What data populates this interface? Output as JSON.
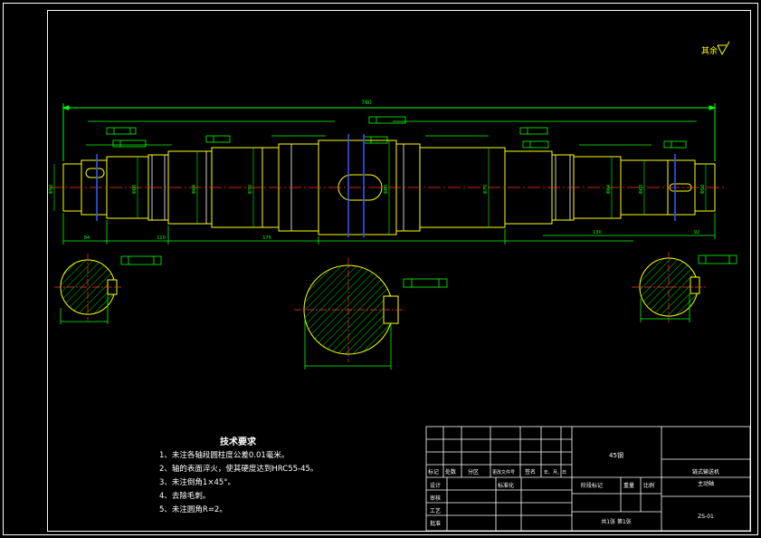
{
  "roughness_note": "其余",
  "overall_length": "780",
  "diameter_labels": [
    "Φ50",
    "Φ60",
    "Φ64",
    "Φ70",
    "Φ80",
    "Φ70",
    "Φ64",
    "Φ60",
    "Φ50"
  ],
  "length_labels": [
    "84",
    "110",
    "175",
    "130",
    "92"
  ],
  "tech": {
    "title": "技术要求",
    "items": [
      "1、未注各轴段圆柱度公差0.01毫米。",
      "2、轴的表面淬火，使其硬度达到HRC55-45。",
      "3、未注倒角1×45°。",
      "4、去除毛刺。",
      "5、未注圆角R=2。"
    ]
  },
  "title_block": {
    "material": "45钢",
    "product": "链式输送机",
    "part_name": "主动轴",
    "drawing_no": "ZS-01",
    "hdr_mark": "标记",
    "hdr_count": "处数",
    "hdr_zone": "分区",
    "hdr_change": "更改文件号",
    "hdr_sign": "签名",
    "hdr_date": "年、月、日",
    "design": "设计",
    "standard": "标准化",
    "check": "审核",
    "process": "工艺",
    "approve": "批准",
    "stage_mark": "阶段标记",
    "weight": "重量",
    "scale": "比例",
    "sheets": "共1张  第1张"
  }
}
